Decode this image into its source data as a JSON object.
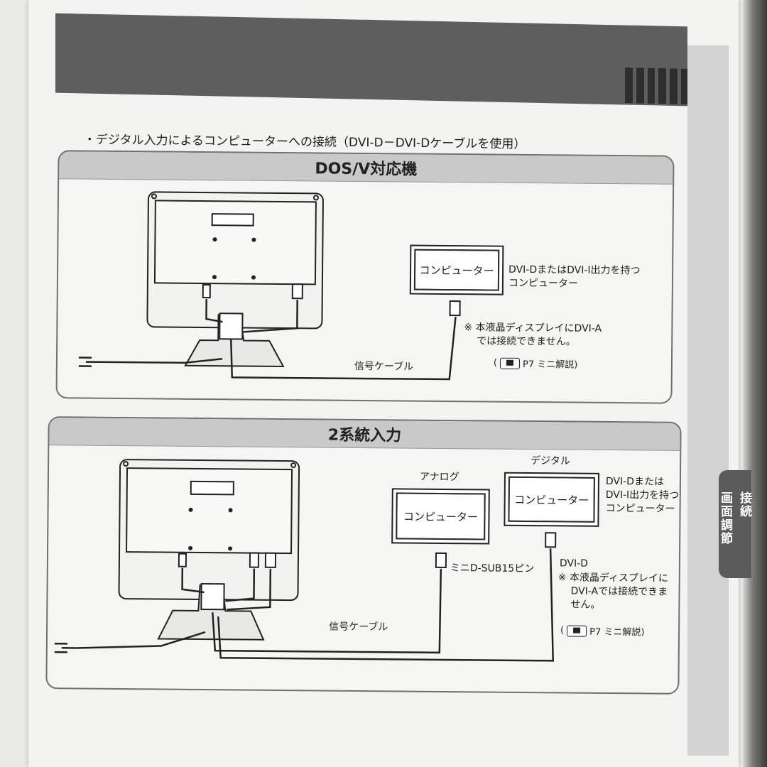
{
  "intro_text": "・デジタル入力によるコンピューターへの接続（DVI-D－DVI-Dケーブルを使用）",
  "side_tab": {
    "line1": "接続",
    "line2": "画面調節"
  },
  "panel1": {
    "title": "DOS/V対応機",
    "computer_label": "コンピューター",
    "computer_desc": [
      "DVI-DまたはDVI-I出力を持つ",
      "コンピューター"
    ],
    "note": [
      "※ 本液晶ディスプレイにDVI-A",
      "では接続できません。"
    ],
    "ref_open": "(",
    "ref_text": "P7 ミニ解説)",
    "cable_label": "信号ケーブル"
  },
  "panel2": {
    "title": "2系統入力",
    "analog_label": "アナログ",
    "digital_label": "デジタル",
    "computer_label_a": "コンピューター",
    "computer_label_d": "コンピューター",
    "digital_desc": [
      "DVI-Dまたは",
      "DVI-I出力を持つ",
      "コンピューター"
    ],
    "connector_analog": "ミニD-SUB15ピン",
    "connector_digital": "DVI-D",
    "note": [
      "※ 本液晶ディスプレイに",
      "DVI-Aでは接続できま",
      "せん。"
    ],
    "ref_open": "(",
    "ref_text": "P7 ミニ解説)",
    "cable_label": "信号ケーブル"
  }
}
